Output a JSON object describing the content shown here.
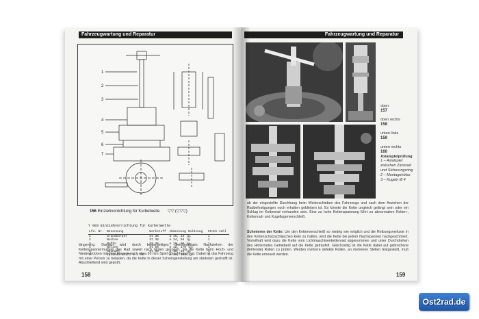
{
  "book": {
    "left_header": "Fahrzeugwartung und Reparatur",
    "right_header": "Fahrzeugwartung und Reparatur",
    "left_page_number": "158",
    "right_page_number": "159"
  },
  "figure": {
    "number": "156",
    "caption": "Einziehvorrichtung für Kurbelwelle",
    "scale_mark": "▽▽ (▽▽▽)",
    "callouts": [
      "1",
      "2",
      "3",
      "4",
      "5",
      "6",
      "7"
    ],
    "table_title": "Y 003  Einziehvorrichtung für Kurbelwelle",
    "table_headers": [
      "Lfd. Nr.",
      "Benennung",
      "Werkstoff",
      "Abmessung Halbzeug",
      "Stück-zahl"
    ],
    "table_rows": [
      [
        "1",
        "Grundkörper",
        "St 38",
        "⌀ 45, 25 lg.",
        "1"
      ],
      [
        "2",
        "Buchse",
        "St 38",
        "⌀ 34, 50 lg.",
        "1"
      ],
      [
        "3",
        "Muffe",
        "St 38",
        "⌀ 20, 60 lg.",
        "1"
      ],
      [
        "4",
        "Bolzen",
        "St 50",
        "⌀ 12, 170 lg.",
        "1"
      ],
      [
        "5",
        "Spindel",
        "St 50",
        "⌀ 16, 45 lg.",
        "1"
      ],
      [
        "6",
        "Zylinderstift 6 x 50",
        "",
        "⌀ 10, 100 lg.",
        "1"
      ]
    ]
  },
  "left_text": "längerung. Danach wird durch beiderseitiges gleichmäßiges Nachziehen der Kettenspannermuttern das Rad soweit nach hinten gezogen, bis die Kette beim Hoch- und Niederdrücken mit zwei Fingern noch etwa 20 mm Spiel (Durchhang) hat. Dabei ist das Fahrzeug mit einer Person zu belasten, da die Kette in dieser Schwingenstellung am stärksten gestrafft ist. Abschließend wird geprüft,",
  "photo_captions": [
    {
      "label": "oben",
      "number": "157"
    },
    {
      "label": "oben rechts",
      "number": "158"
    },
    {
      "label": "unten links",
      "number": "159"
    }
  ],
  "right_caption": {
    "label": "unten rechts",
    "number": "160",
    "title": "Axialspielprüfung",
    "items": [
      "1 – Axialspiel zwischen Zahnrad und Sicherungsring",
      "2 – Montagehülse",
      "3 – Kugeln Ø 4"
    ]
  },
  "right_text_1": "ob der eingestellte Durchhang beim Weiterschieben des Fahrzeugs und nach dem Anziehen der Radbefestigungen noch erhalten geblieben ist. Es könnte die Kette ungleich gelängt sein oder ein Schlag im Kettenrad vorhanden sein. Eine zu hohe Kettenspannung führt zu abnormalem Ketten-, Kettenrad- und Kugellagerverschleiß.",
  "right_text_2_title": "Schmieren der Kette:",
  "right_text_2": " Um den Kettenverschleiß so niedrig wie möglich und die Reibungsverluste in den Kettenschutzschläuchen klein zu halten, wird die Kette bei jedem Nachspannen nachgeschmiert. Vorteilhaft wird dazu die Kette vom Lichtmaschinenkettenrad abgenommen und unter Durchdrehen des Hinterrades Getriebeöl auf die Kette geträufelt. Gleichzeitig ist die Kette dabei auf gebrochene (fehlende) Rollen zu prüfen. Werden mehrere defekte Rollen, an mehreren Stellen festgestellt, muß die Kette erneuert werden.",
  "logo": "Ost2rad.de"
}
